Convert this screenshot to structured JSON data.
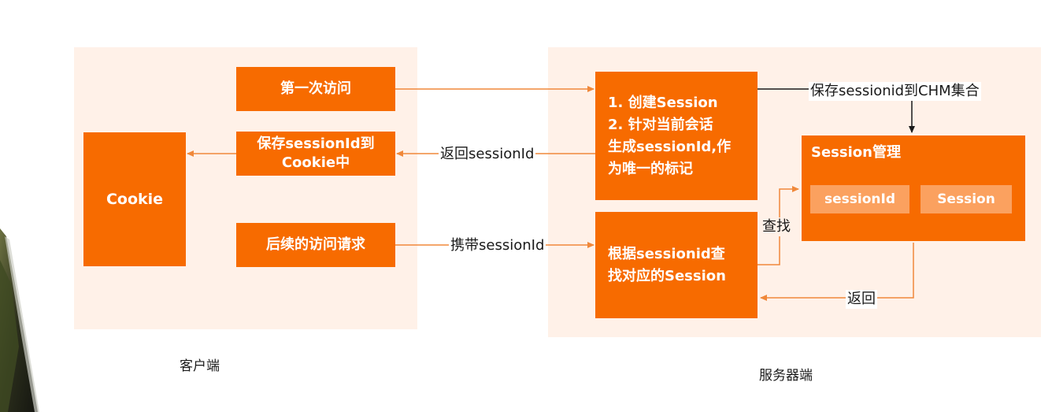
{
  "client": {
    "caption": "客户端",
    "cookie": "Cookie",
    "first_visit": "第一次访问",
    "save_cookie": [
      "保存sessionId到",
      "Cookie中"
    ],
    "later_request": "后续的访问请求"
  },
  "server": {
    "caption": "服务器端",
    "create_session": [
      "1. 创建Session",
      "2. 针对当前会话",
      "生成sessionId,作",
      "为唯一的标记"
    ],
    "lookup_session": [
      "根据sessionid查",
      "找对应的Session"
    ],
    "manager_title": "Session管理",
    "manager_key": "sessionId",
    "manager_value": "Session"
  },
  "edges": {
    "return_id": "返回sessionId",
    "carry_id": "携带sessionId",
    "save_chm": "保存sessionid到CHM集合",
    "find": "查找",
    "return": "返回"
  },
  "colors": {
    "box": "#f76b00",
    "cell": "#fba15f",
    "panel": "#fff1e8",
    "line": "#f0883a",
    "black_line": "#1a1a1a"
  }
}
